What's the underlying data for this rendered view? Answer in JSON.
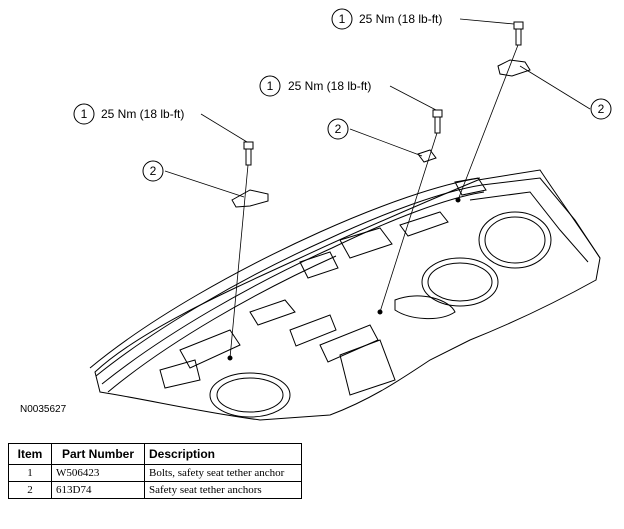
{
  "diagram": {
    "figure_id": "N0035627",
    "callouts": [
      {
        "number": "1",
        "label": "25 Nm (18 lb-ft)"
      },
      {
        "number": "1",
        "label": "25 Nm (18 lb-ft)"
      },
      {
        "number": "1",
        "label": "25 Nm (18 lb-ft)"
      },
      {
        "number": "2",
        "label": ""
      },
      {
        "number": "2",
        "label": ""
      },
      {
        "number": "2",
        "label": ""
      }
    ]
  },
  "parts_table": {
    "headers": [
      "Item",
      "Part Number",
      "Description"
    ],
    "rows": [
      {
        "item": "1",
        "part_number": "W506423",
        "description": "Bolts, safety seat tether anchor"
      },
      {
        "item": "2",
        "part_number": "613D74",
        "description": "Safety seat tether anchors"
      }
    ]
  }
}
